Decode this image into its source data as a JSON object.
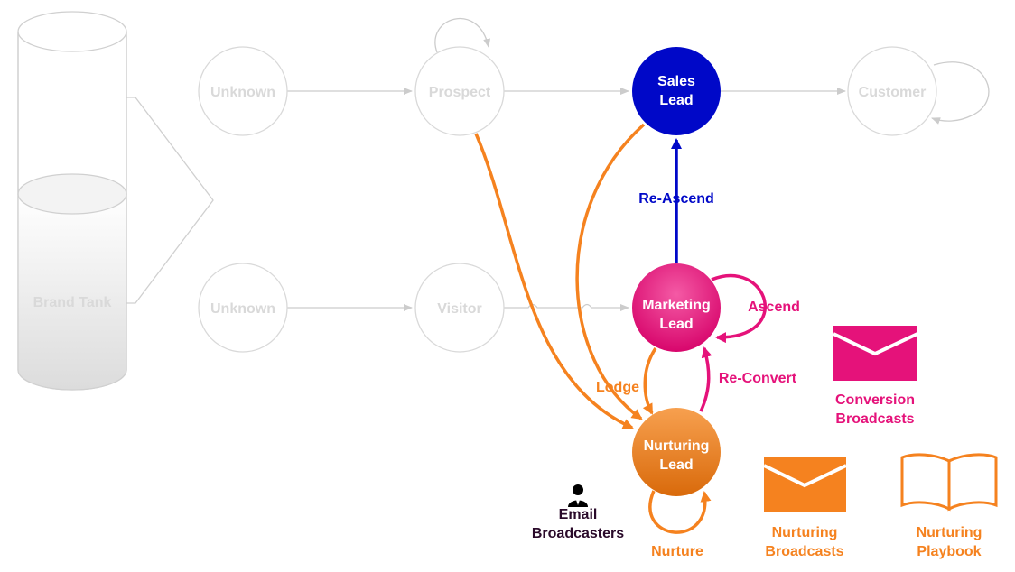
{
  "brand_tank": {
    "label": "Brand Tank"
  },
  "nodes": {
    "unknown_top": "Unknown",
    "prospect": "Prospect",
    "sales_lead": [
      "Sales",
      "Lead"
    ],
    "customer": "Customer",
    "unknown_bottom": "Unknown",
    "visitor": "Visitor",
    "marketing_lead": [
      "Marketing",
      "Lead"
    ],
    "nurturing_lead": [
      "Nurturing",
      "Lead"
    ]
  },
  "edges": {
    "re_ascend": "Re-Ascend",
    "ascend": "Ascend",
    "re_convert": "Re-Convert",
    "lodge": "Lodge",
    "nurture": "Nurture"
  },
  "legend": {
    "conversion": [
      "Conversion",
      "Broadcasts"
    ],
    "nurturing_broadcasts": [
      "Nurturing",
      "Broadcasts"
    ],
    "nurturing_playbook": [
      "Nurturing",
      "Playbook"
    ],
    "email_broadcasters": [
      "Email",
      "Broadcasters"
    ]
  },
  "colors": {
    "sales": "#0008c8",
    "marketing": "#e5127a",
    "nurturing": "#f5821f",
    "ghost": "#d9d9d9"
  },
  "icons": [
    "person-icon",
    "envelope-icon",
    "book-icon"
  ]
}
